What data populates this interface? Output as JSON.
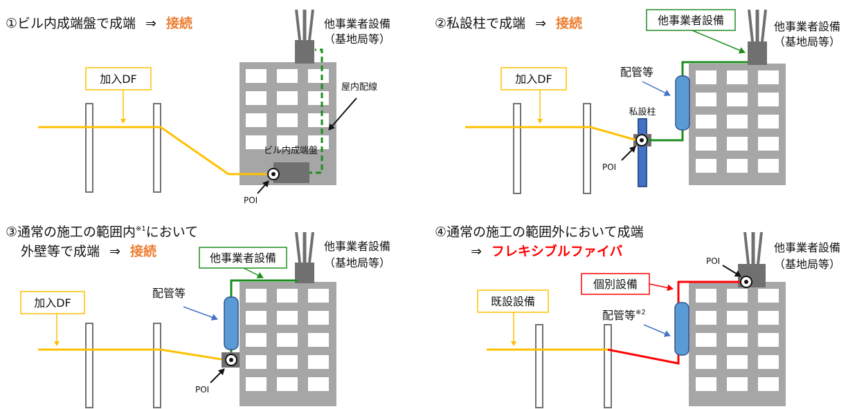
{
  "colors": {
    "orange": "#ED7D31",
    "red": "#FF0000",
    "yellow_line": "#FFC000",
    "green": "#1E8C1E",
    "building": "#A6A6A6",
    "gray": "#707070",
    "blue": "#4472C4"
  },
  "p1": {
    "title": "①ビル内成端盤で成端",
    "arrow": "⇒",
    "accent": "接続",
    "ext_label": "加入DF",
    "bldg_label": "他事業者設備",
    "bldg_sub": "（基地局等）",
    "indoor_label": "屋内配線",
    "panel_label": "ビル内成端盤",
    "poi": "POI"
  },
  "p2": {
    "title": "②私設柱で成端",
    "arrow": "⇒",
    "accent": "接続",
    "box_label": "他事業者設備",
    "bldg_label": "他事業者設備",
    "bldg_sub": "（基地局等）",
    "ext_label": "加入DF",
    "pipe_label": "配管等",
    "pole_label": "私設柱",
    "poi": "POI"
  },
  "p3": {
    "title": "③通常の施工の範囲内",
    "title_sup": "※1",
    "title_tail": "において",
    "line2": "外壁等で成端",
    "arrow": "⇒",
    "accent": "接続",
    "box_label": "他事業者設備",
    "bldg_label": "他事業者設備",
    "bldg_sub": "（基地局等）",
    "ext_label": "加入DF",
    "pipe_label": "配管等",
    "poi": "POI"
  },
  "p4": {
    "title": "④通常の施工の範囲外において成端",
    "arrow": "⇒",
    "accent": "フレキシブルファイバ",
    "bldg_label": "他事業者設備",
    "bldg_sub": "（基地局等）",
    "poi": "POI",
    "indiv_label": "個別設備",
    "existing_label": "既設設備",
    "pipe_label": "配管等",
    "pipe_sup": "※2"
  }
}
